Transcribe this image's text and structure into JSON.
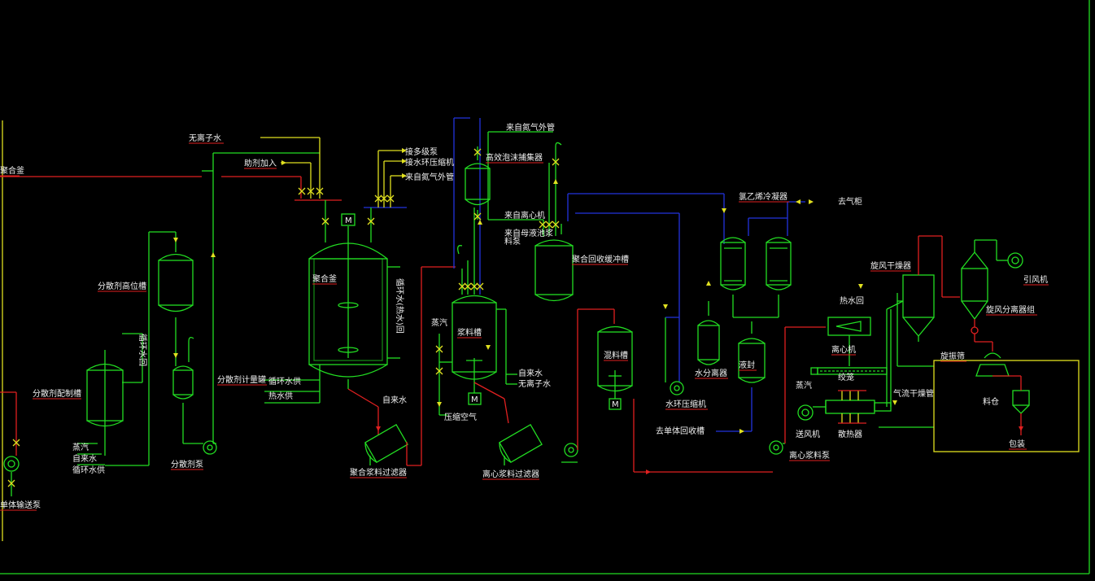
{
  "labels": {
    "l1": "聚合釜",
    "l2": "无离子水",
    "l3": "助剂加入",
    "l4": "接多级泵",
    "l5": "接水环压缩机",
    "l6": "来自氮气外管",
    "l7": "来自氮气外管",
    "l8": "高效泡沫捕集器",
    "l9": "来自离心机",
    "l10": "来自母液池浆",
    "l11": "料泵",
    "l12": "聚合回收缓冲槽",
    "l13": "氯乙烯冷凝器",
    "l14": "去气柜",
    "l15": "分散剂高位槽",
    "l16": "循环水回",
    "l17": "分散剂配制槽",
    "l18": "蒸汽",
    "l19": "自来水",
    "l20": "循环水供",
    "l21": "分散剂泵",
    "l22": "单体输送泵",
    "l23": "分散剂计量罐",
    "l24": "循环水供",
    "l25": "热水供",
    "l26": "聚合釜",
    "l27": "循环水(热水)回",
    "l28": "自来水",
    "l29": "聚合浆料过滤器",
    "l30": "蒸汽",
    "l31": "浆料槽",
    "l32": "自来水",
    "l33": "无离子水",
    "l34": "压缩空气",
    "l35": "离心浆料过滤器",
    "l36": "混料槽",
    "l37": "水分离器",
    "l38": "水环压缩机",
    "l39": "液封",
    "l40": "去单体回收槽",
    "l41": "旋风干燥器",
    "l42": "热水回",
    "l43": "离心机",
    "l44": "绞笼",
    "l45": "蒸汽",
    "l46": "送风机",
    "l47": "散热器",
    "l48": "气流干燥管",
    "l49": "离心浆料泵",
    "l50": "旋风分离器组",
    "l51": "引风机",
    "l52": "旋振筛",
    "l53": "料仓",
    "l54": "包装",
    "m1": "M",
    "m2": "M",
    "m3": "M"
  },
  "colors": {
    "background": "#000000",
    "equipment": "#22dd22",
    "hot_line": "#e02020",
    "gas_line": "#2233dd",
    "flow_arrow": "#e0e020",
    "text": "#f0f0f0"
  }
}
